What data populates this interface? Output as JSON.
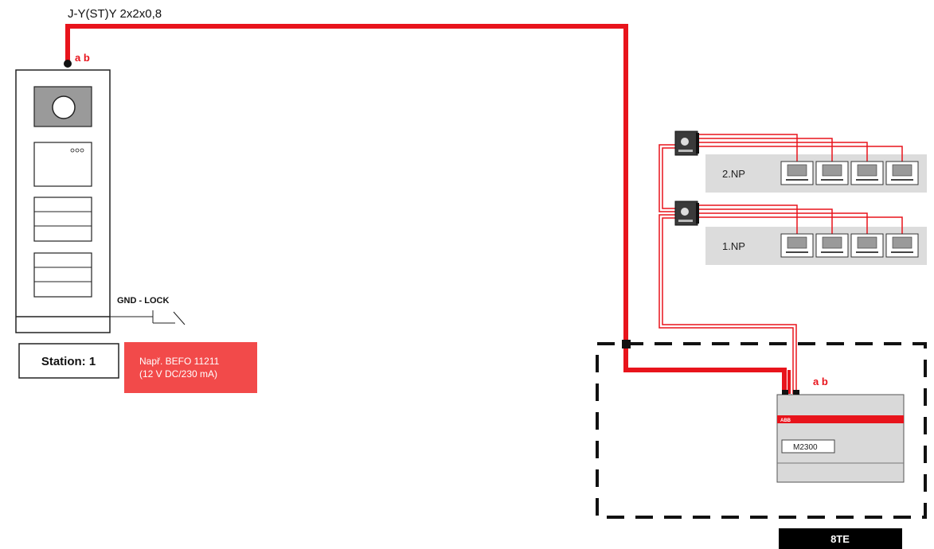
{
  "cable_label": "J-Y(ST)Y 2x2x0,8",
  "terminal_label_top": "a b",
  "terminal_label_bottom": "a b",
  "lock_label": "GND - LOCK",
  "station_label": "Station: 1",
  "lock_note_line1": "Např. BEFO 11211",
  "lock_note_line2": "(12 V DC/230 mA)",
  "floor_2_label": "2.NP",
  "floor_1_label": "1.NP",
  "controller_brand": "ABB",
  "controller_model": "M2300",
  "din_width_label": "8TE",
  "colors": {
    "wire": "#e8141c",
    "note_bg": "#f24a4a",
    "floor_bg": "#dcdcdc",
    "label_bg": "#000000"
  }
}
